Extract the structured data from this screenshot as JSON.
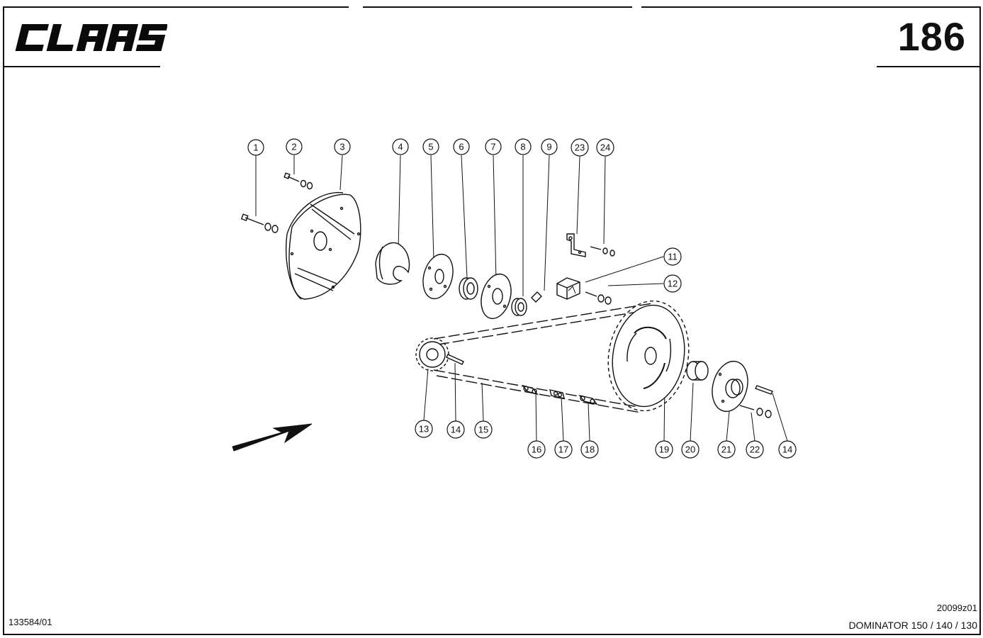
{
  "header": {
    "brand": "CLAAS",
    "page_number": "186"
  },
  "diagram": {
    "callouts": [
      "1",
      "2",
      "3",
      "4",
      "5",
      "6",
      "7",
      "8",
      "9",
      "23",
      "24",
      "11",
      "12",
      "13",
      "14",
      "15",
      "16",
      "17",
      "18",
      "19",
      "20",
      "21",
      "22",
      "14"
    ]
  },
  "footer": {
    "document_code": "133584/01",
    "drawing_id": "20099z01",
    "model": "DOMINATOR 150 / 140 / 130"
  }
}
